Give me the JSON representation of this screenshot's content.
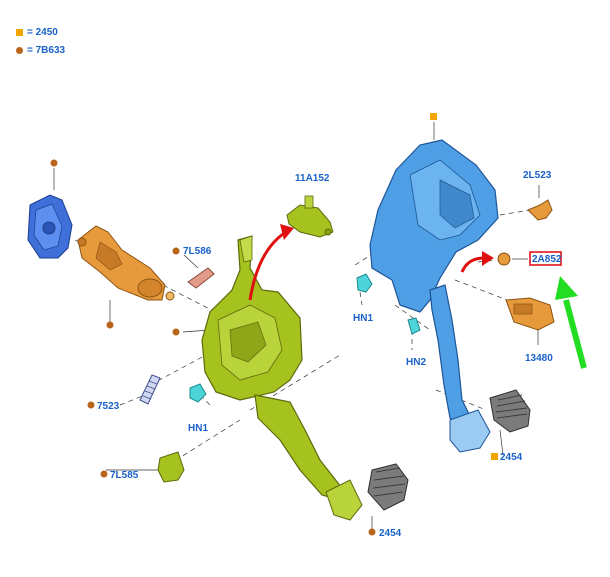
{
  "legend": [
    {
      "marker": "square",
      "color": "#f0a500",
      "text": "= 2450"
    },
    {
      "marker": "circle",
      "color": "#b8651b",
      "text": "= 7B633"
    }
  ],
  "callouts": {
    "c11A152": "11A152",
    "c2L523": "2L523",
    "c2A852": "2A852",
    "c7L586": "7L586",
    "c7523": "7523",
    "cHN1a": "HN1",
    "cHN1b": "HN1",
    "cHN2": "HN2",
    "c13480": "13480",
    "c7L585": "7L585",
    "c2454a": "2454",
    "c2454b": "2454"
  },
  "colors": {
    "label": "#1a62c9",
    "pedal_green": "#a6c21f",
    "pedal_blue": "#4f9fe6",
    "master_cyl_blue": "#3f6fd8",
    "slave_orange": "#e79a3b",
    "highlight_box": "#e0141a",
    "arrow_red": "#e01010",
    "arrow_green": "#22dd22",
    "marker_orange": "#b8651b",
    "marker_yellow": "#f0a500",
    "clip_cyan": "#4dd4d8",
    "pad_grey": "#7b7b7b"
  }
}
